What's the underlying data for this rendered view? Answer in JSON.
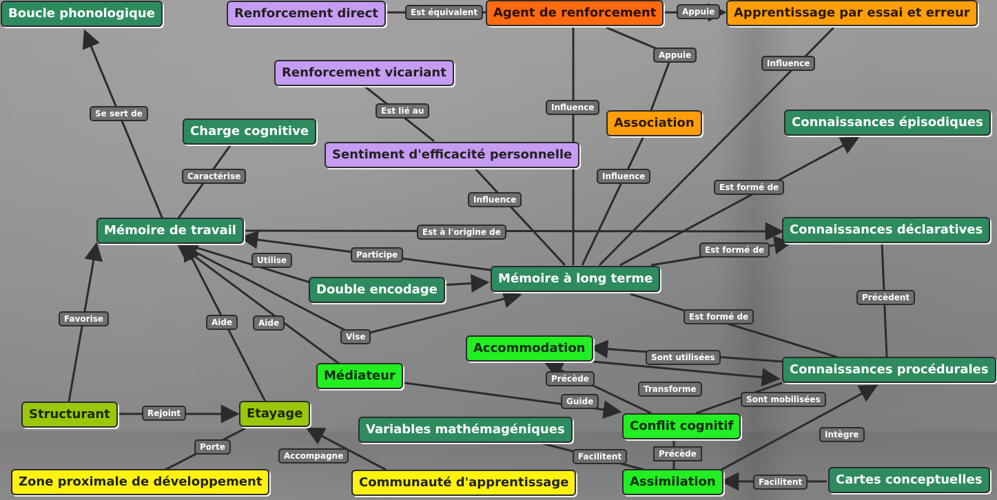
{
  "nodes": {
    "boucle": "Boucle phonologique",
    "renf_direct": "Renforcement direct",
    "agent": "Agent de renforcement",
    "essai_erreur": "Apprentissage par essai et erreur",
    "renf_vicariant": "Renforcement vicariant",
    "charge": "Charge cognitive",
    "association": "Association",
    "episodiques": "Connaissances épisodiques",
    "sentiment": "Sentiment d'efficacité personnelle",
    "memoire_travail": "Mémoire de travail",
    "declaratives": "Connaissances déclaratives",
    "double_encodage": "Double encodage",
    "mlt": "Mémoire à long terme",
    "accommodation": "Accommodation",
    "procedurales": "Connaissances procédurales",
    "mediateur": "Médiateur",
    "structurant": "Structurant",
    "etayage": "Etayage",
    "conflit": "Conflit cognitif",
    "variables": "Variables mathémagéniques",
    "zone": "Zone proximale de développement",
    "communaute": "Communauté d'apprentissage",
    "assimilation": "Assimilation",
    "cartes": "Cartes conceptuelles"
  },
  "labels": {
    "est_equivalent": "Est équivalent",
    "appuie_1": "Appuie",
    "appuie_2": "Appuie",
    "influence_1": "Influence",
    "influence_2": "Influence",
    "influence_3": "Influence",
    "influence_4": "Influence",
    "se_sert_de": "Se sert de",
    "est_lie_au": "Est lié au",
    "caracterise": "Caractérise",
    "est_forme_de_1": "Est formé de",
    "est_forme_de_2": "Est formé de",
    "est_forme_de_3": "Est formé de",
    "est_a_l_origine_de": "Est à l'origine de",
    "participe": "Participe",
    "utilise": "Utilise",
    "favorise": "Favorise",
    "aide_1": "Aide",
    "aide_2": "Aide",
    "vise": "Vise",
    "precedent": "Précèdent",
    "sont_utilisees": "Sont utilisées",
    "precede_1": "Précède",
    "transforme": "Transforme",
    "guide": "Guide",
    "sont_mobilisees": "Sont mobilisées",
    "rejoint": "Rejoint",
    "integre": "Intègre",
    "porte": "Porte",
    "accompagne": "Accompagne",
    "facilitent": "Facilitent",
    "precede_2": "Précède",
    "facilitent_2": "Facilitent"
  }
}
